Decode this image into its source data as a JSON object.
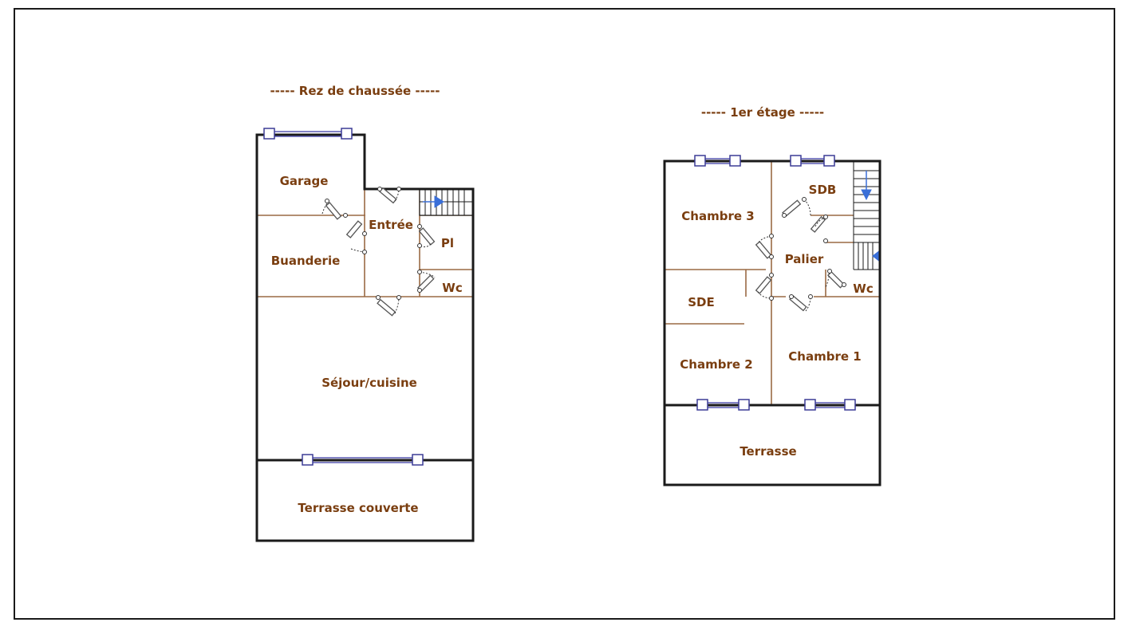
{
  "floors": {
    "ground": {
      "title": "----- Rez de chaussée -----",
      "rooms": {
        "garage": "Garage",
        "entree": "Entrée",
        "placard": "Pl",
        "buanderie": "Buanderie",
        "wc": "Wc",
        "sejour": "Séjour/cuisine",
        "terrasse": "Terrasse couverte"
      }
    },
    "first": {
      "title": "----- 1er étage -----",
      "rooms": {
        "chambre3": "Chambre 3",
        "sdb": "SDB",
        "palier": "Palier",
        "wc": "Wc",
        "sde": "SDE",
        "chambre2": "Chambre 2",
        "chambre1": "Chambre 1",
        "terrasse": "Terrasse"
      }
    }
  },
  "colors": {
    "label": "#7a3e10",
    "wall": "#1a1a1a",
    "partition": "#9a6a44",
    "window": "#3c3c96",
    "stair_arrow": "#3a6fd8"
  }
}
